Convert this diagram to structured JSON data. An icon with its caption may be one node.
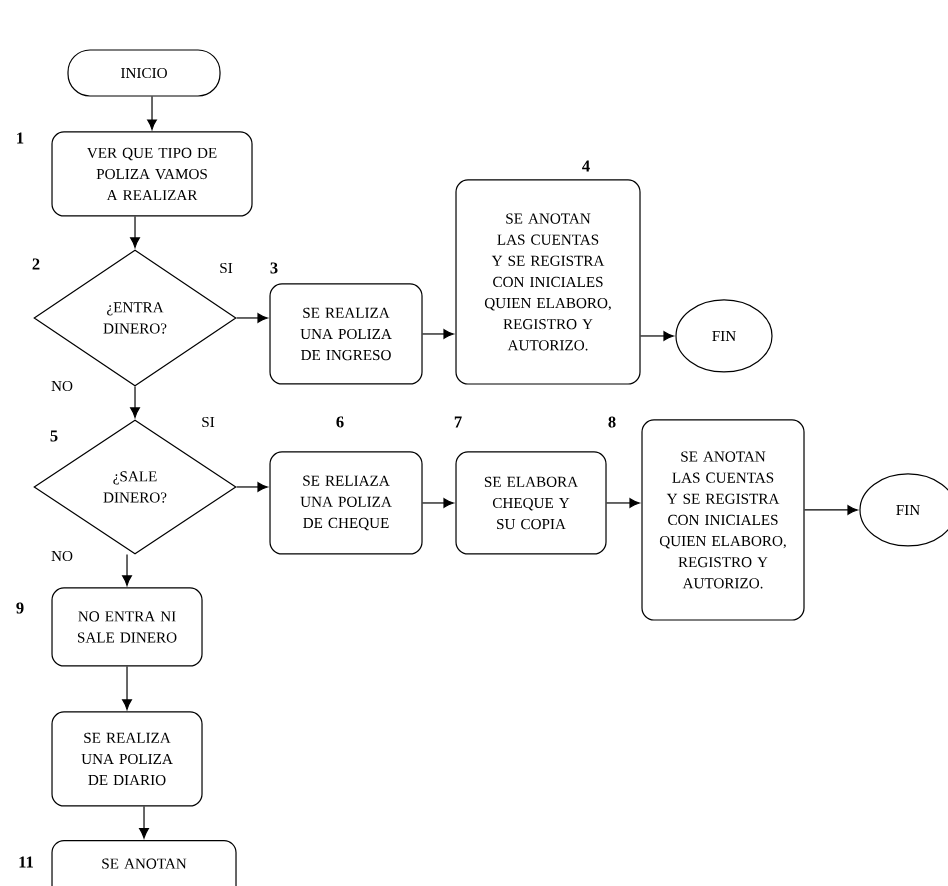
{
  "diagram": {
    "nodes": [
      {
        "text": [
          "INICIO"
        ]
      },
      {
        "text": [
          "VER QUE TIPO DE POLIZA VAMOS A REALIZAR"
        ],
        "beside": [
          "1"
        ]
      },
      {
        "text": [
          "¿ENTRA DINERO?"
        ],
        "beside": [
          "2"
        ]
      },
      {
        "text": [
          "SE REALIZA UNA POLIZA DE INGRESO"
        ],
        "beside": [
          "3"
        ]
      },
      {
        "text": [
          "SE ANOTAN LAS CUENTAS Y SE REGISTRA CON INICIALES QUIEN ELABORO, REGISTRO Y AUTORIZO."
        ],
        "beside": [
          "4"
        ]
      },
      {
        "text": [
          "FIN"
        ]
      },
      {
        "text": [
          "¿SALE DINERO?"
        ],
        "beside": [
          "5"
        ]
      },
      {
        "text": [
          "SE RELIAZA UNA POLIZA DE CHEQUE"
        ],
        "beside": [
          "6"
        ]
      },
      {
        "text": [
          "SE ELABORA CHEQUE Y SU COPIA"
        ],
        "beside": [
          "7"
        ]
      },
      {
        "text": [
          "SE ANOTAN LAS CUENTAS Y SE REGISTRA CON INICIALES QUIEN ELABORO, REGISTRO Y AUTORIZO."
        ],
        "beside": [
          "8"
        ]
      },
      {
        "text": [
          "FIN"
        ]
      },
      {
        "text": [
          "NO ENTRA NI SALE DINERO"
        ],
        "beside": [
          "9"
        ]
      },
      {
        "text": [
          "SE REALIZA UNA POLIZA DE DIARIO"
        ]
      },
      {
        "text": [
          "SE ANOTAN"
        ],
        "beside": [
          "11"
        ]
      }
    ],
    "edges": [
      {
        "from": 0,
        "to": 1,
        "arrow": "to"
      },
      {
        "from": 1,
        "to": 2,
        "arrow": "to"
      },
      {
        "from": 2,
        "to": 3,
        "arrow": "to",
        "label": "SI"
      },
      {
        "from": 3,
        "to": 4,
        "arrow": "to"
      },
      {
        "from": 4,
        "to": 5,
        "arrow": "to"
      },
      {
        "from": 2,
        "to": 6,
        "arrow": "to",
        "label": "NO"
      },
      {
        "from": 6,
        "to": 7,
        "arrow": "to",
        "label": "SI"
      },
      {
        "from": 7,
        "to": 8,
        "arrow": "to"
      },
      {
        "from": 8,
        "to": 9,
        "arrow": "to"
      },
      {
        "from": 9,
        "to": 10,
        "arrow": "to"
      },
      {
        "from": 6,
        "to": 11,
        "arrow": "to",
        "label": "NO"
      },
      {
        "from": 11,
        "to": 12,
        "arrow": "to"
      },
      {
        "from": 12,
        "to": 13,
        "arrow": "to"
      }
    ]
  }
}
